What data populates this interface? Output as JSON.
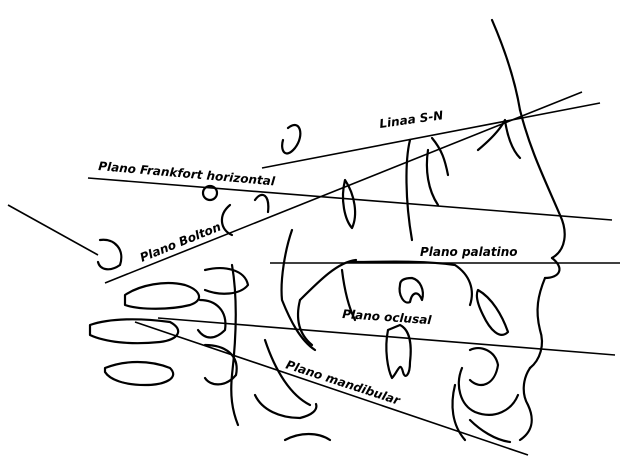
{
  "labels": {
    "sn": "Linaa S-N",
    "frankfort": "Plano Frankfort horizontal",
    "bolton": "Plano Bolton",
    "palatino": "Plano palatino",
    "oclusal": "Plano oclusal",
    "mandibular": "Plano mandibular"
  },
  "colors": {
    "ink": "#000000",
    "background": "#ffffff"
  }
}
